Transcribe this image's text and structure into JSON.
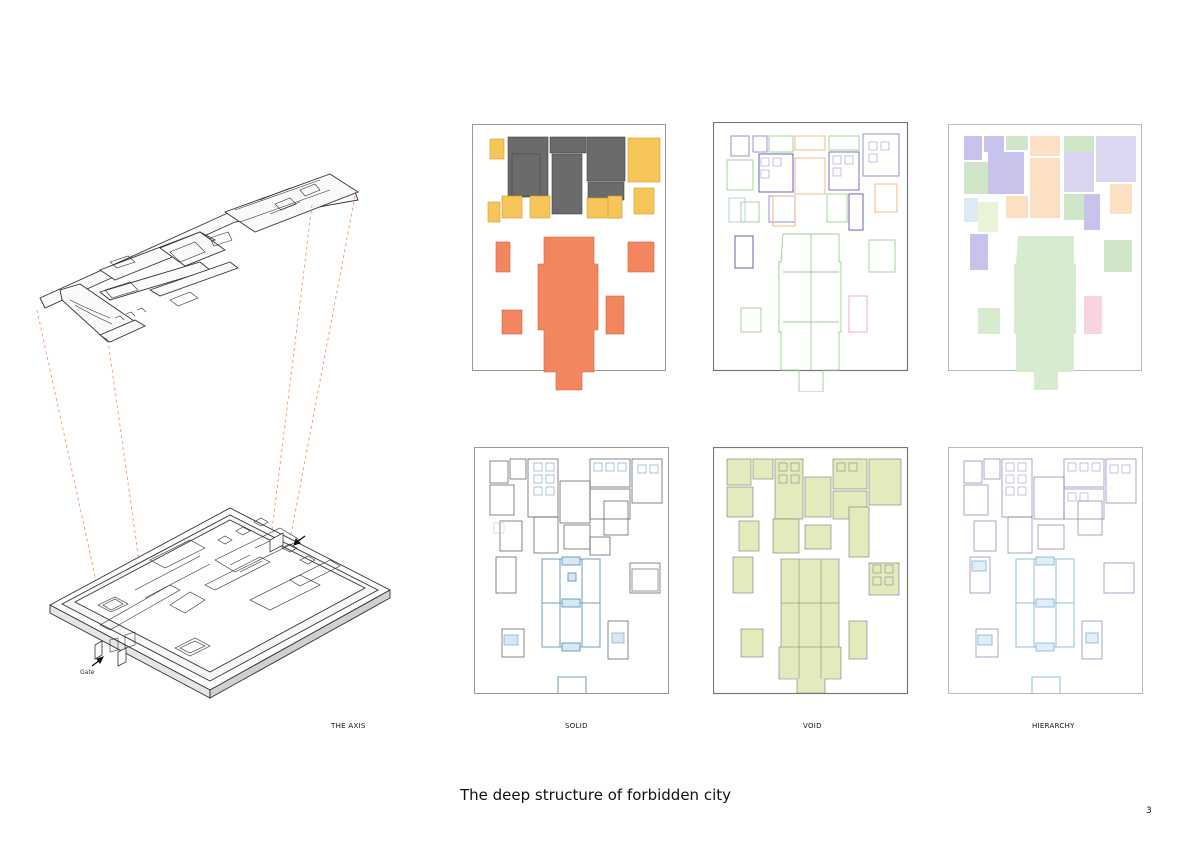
{
  "page_title": "The deep structure of forbidden city",
  "page_number": "3",
  "axis_label": "THE AXIS",
  "gate_label": "Gate",
  "panel_labels": {
    "solid": "SOLID",
    "void": "VOID",
    "hierarchy": "HIERARCHY"
  },
  "colors": {
    "solid_fill": "#f2875f",
    "dark_fill": "#6b6b6b",
    "yellow_fill": "#f7c65a",
    "dashed_lines": "#f09a6a",
    "green": "#9ccf92",
    "purple": "#8f86d0",
    "orange": "#f4b27b",
    "pink": "#f2a3c0",
    "light_blue": "#a9cfe6",
    "olive": "#d6e3a8"
  }
}
